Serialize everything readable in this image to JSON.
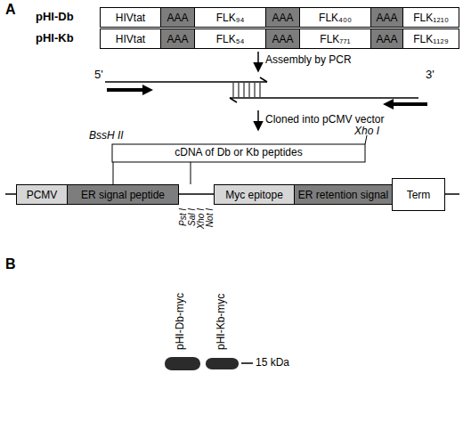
{
  "diagram": {
    "nodes": [
      {
        "text": [
          "HIVtat"
        ]
      },
      {
        "text": [
          "AAA"
        ]
      },
      {
        "text": [
          "FLK₉₄"
        ]
      },
      {
        "text": [
          "AAA"
        ]
      },
      {
        "text": [
          "FLK₄₀₀"
        ]
      },
      {
        "text": [
          "AAA"
        ]
      },
      {
        "text": [
          "FLK₁₂₁₀"
        ]
      },
      {
        "text": [
          "HIVtat"
        ]
      },
      {
        "text": [
          "AAA"
        ]
      },
      {
        "text": [
          "FLK₅₄"
        ]
      },
      {
        "text": [
          "AAA"
        ]
      },
      {
        "text": [
          "FLK₇₇₁"
        ]
      },
      {
        "text": [
          "AAA"
        ]
      },
      {
        "text": [
          "FLK₁₁₂₉"
        ]
      },
      {
        "text": [
          "PCMV"
        ]
      },
      {
        "text": [
          "ER signal peptide"
        ]
      },
      {
        "text": [
          "Myc epitope"
        ]
      },
      {
        "text": [
          "ER retention signal"
        ]
      },
      {
        "text": [
          "Term"
        ]
      }
    ],
    "labels": [
      "A",
      "pHI-Db",
      "pHI-Kb",
      "Assembly by PCR",
      "5'",
      "3'",
      "Cloned into pCMV vector",
      "BssH II",
      "Xho I",
      "cDNA of Db or Kb peptides",
      "Pst I",
      "Sal I",
      "Xho I",
      "Not I",
      "B",
      "pHI-Db-myc",
      "pHI-Kb-myc",
      "15 kDa"
    ]
  }
}
